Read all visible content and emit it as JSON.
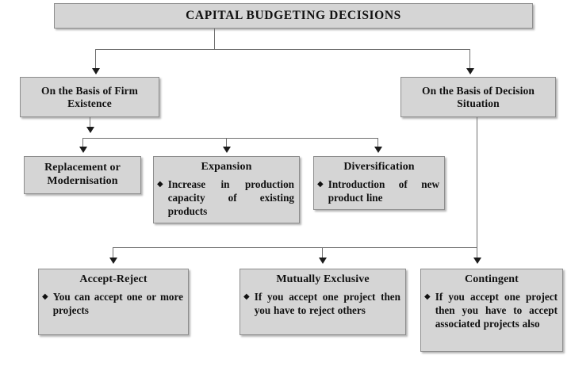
{
  "diagram": {
    "type": "flowchart",
    "orientation": "top-down",
    "root": {
      "label": "CAPITAL BUDGETING DECISIONS"
    },
    "level2": [
      {
        "label": "On the Basis of Firm Existence"
      },
      {
        "label": "On the Basis of Decision Situation"
      }
    ],
    "firm_existence_children": [
      {
        "title": "Replacement or Modernisation",
        "bullet": "",
        "bullet_glyph": ""
      },
      {
        "title": "Expansion",
        "bullet": "Increase in production capacity of existing products",
        "bullet_glyph": "◆"
      },
      {
        "title": "Diversification",
        "bullet": "Introduction of new product line",
        "bullet_glyph": "◆"
      }
    ],
    "decision_situation_children": [
      {
        "title": "Accept-Reject",
        "bullet": "You can accept one or more projects",
        "bullet_glyph": "◆"
      },
      {
        "title": "Mutually Exclusive",
        "bullet": "If you accept one project then you have to reject others",
        "bullet_glyph": "◆"
      },
      {
        "title": "Contingent",
        "bullet": "If you accept one project then you have to accept associated projects also",
        "bullet_glyph": "◆"
      }
    ],
    "colors": {
      "node_fill": "#d5d5d5",
      "node_border": "#8d8d8d",
      "connector": "#6f6f6f",
      "arrow": "#1b1b1b",
      "text": "#111111",
      "background": "#ffffff"
    }
  }
}
